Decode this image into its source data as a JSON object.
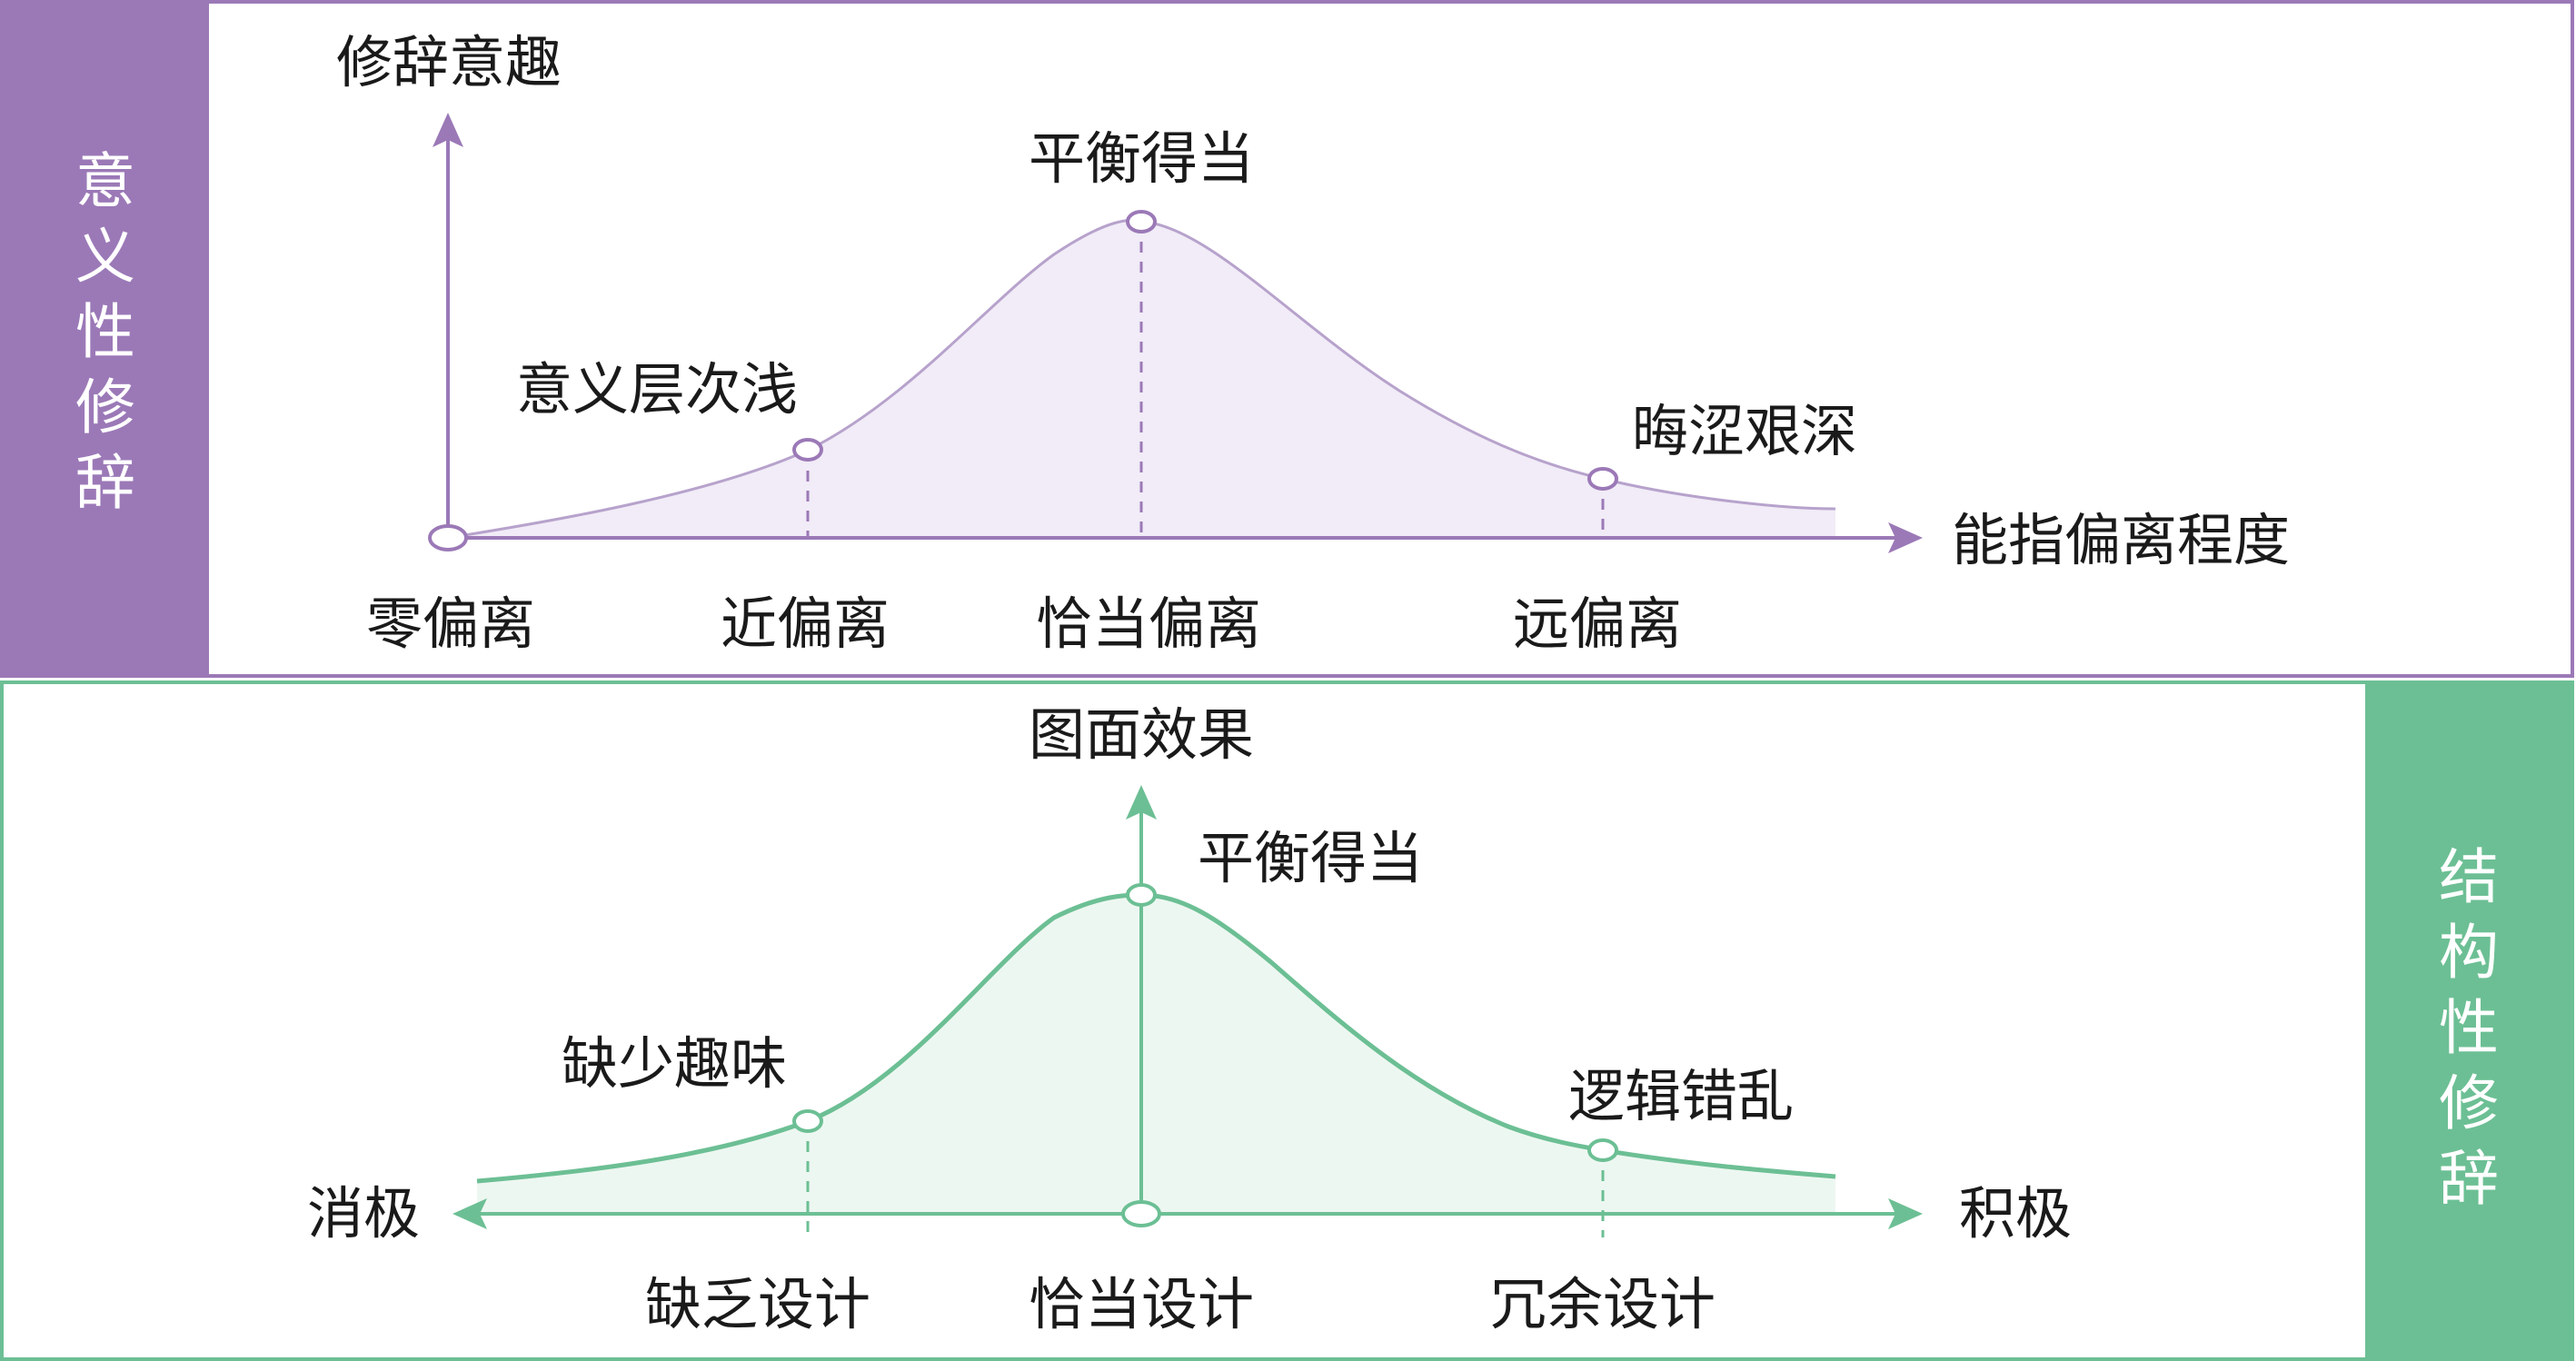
{
  "colors": {
    "top_accent": "#9b79b7",
    "top_fill": "#f1ecf7",
    "top_curve": "#b7a2cc",
    "bottom_accent": "#6cbf94",
    "bottom_fill": "#edf7f1",
    "bottom_curve": "#6cbf94",
    "text": "#1a1a1a"
  },
  "top_panel": {
    "side_label": [
      "意",
      "义",
      "性",
      "修",
      "辞"
    ],
    "y_axis_label": "修辞意趣",
    "x_axis_label": "能指偏离程度",
    "peak_label": "平衡得当",
    "left_point_label": "意义层次浅",
    "right_point_label": "晦涩艰深",
    "ticks": [
      "零偏离",
      "近偏离",
      "恰当偏离",
      "远偏离"
    ]
  },
  "bottom_panel": {
    "side_label": [
      "结",
      "构",
      "性",
      "修",
      "辞"
    ],
    "y_axis_label": "图面效果",
    "left_axis_label": "消极",
    "right_axis_label": "积极",
    "peak_label": "平衡得当",
    "left_point_label": "缺少趣味",
    "right_point_label": "逻辑错乱",
    "ticks": [
      "缺乏设计",
      "恰当设计",
      "冗余设计"
    ]
  }
}
